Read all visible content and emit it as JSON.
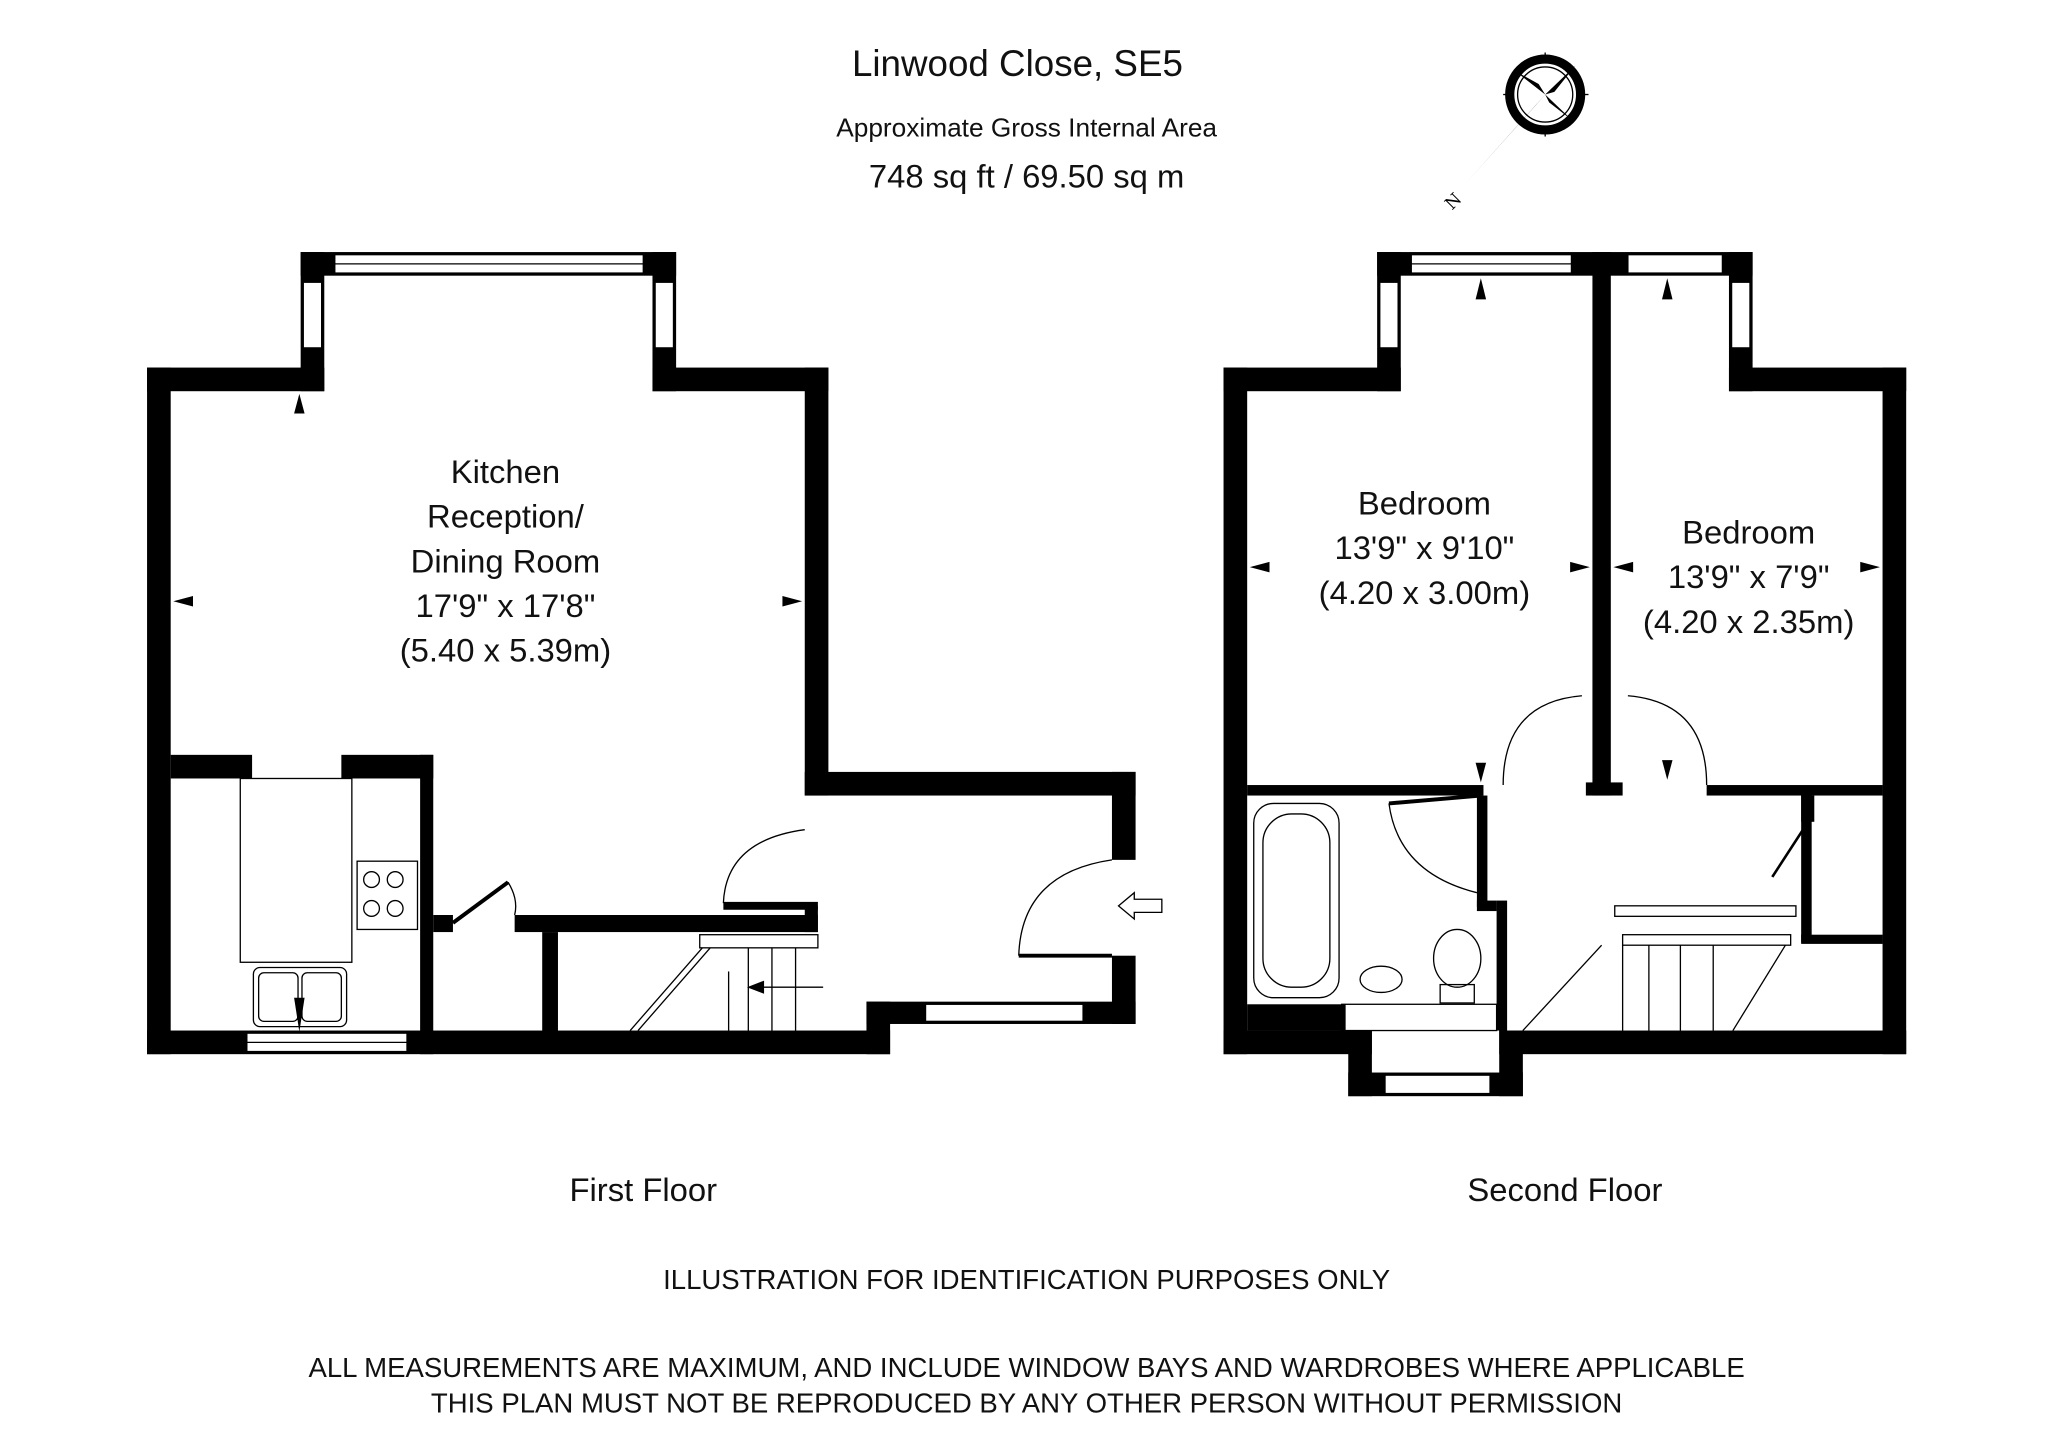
{
  "header": {
    "title": "Linwood Close, SE5",
    "subtitle": "Approximate Gross Internal Area",
    "area": "748 sq ft  /  69.50 sq m"
  },
  "compass": {
    "icon": "compass-rose-icon",
    "north_label": "N"
  },
  "first_floor": {
    "label": "First Floor",
    "rooms": [
      {
        "name_line1": "Kitchen",
        "name_line2": "Reception/",
        "name_line3": "Dining Room",
        "imperial": "17'9\" x 17'8\"",
        "metric": "(5.40 x 5.39m)"
      }
    ]
  },
  "second_floor": {
    "label": "Second Floor",
    "rooms": [
      {
        "name": "Bedroom",
        "imperial": "13'9\" x 9'10\"",
        "metric": "(4.20 x 3.00m)"
      },
      {
        "name": "Bedroom",
        "imperial": "13'9\" x 7'9\"",
        "metric": "(4.20 x 2.35m)"
      }
    ]
  },
  "footer": {
    "disclaimer": "ILLUSTRATION FOR IDENTIFICATION PURPOSES ONLY",
    "line1": "ALL MEASUREMENTS ARE MAXIMUM, AND INCLUDE WINDOW BAYS AND WARDROBES WHERE APPLICABLE",
    "line2": "THIS PLAN MUST NOT BE REPRODUCED BY ANY OTHER PERSON WITHOUT PERMISSION"
  }
}
